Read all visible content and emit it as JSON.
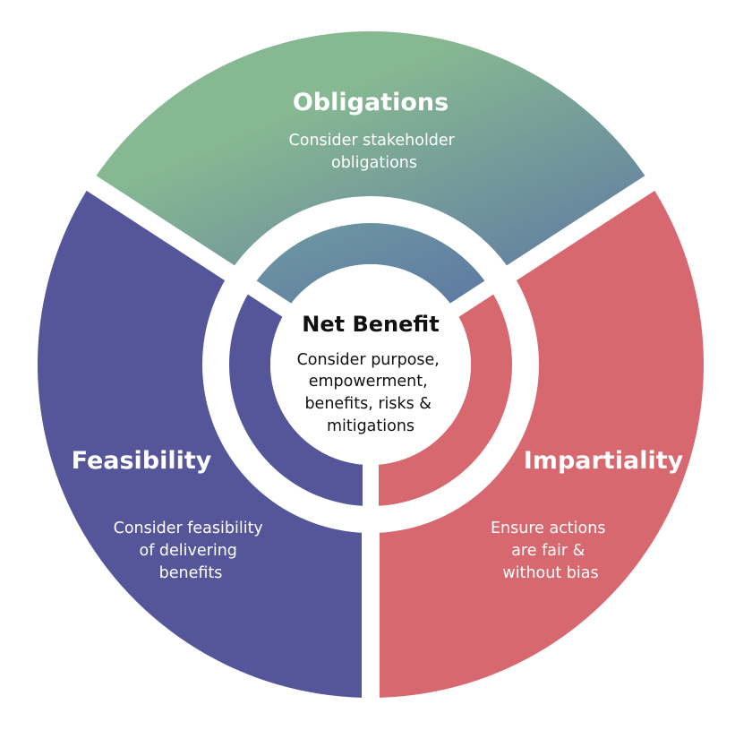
{
  "diagram": {
    "segments": [
      {
        "key": "obligations",
        "title": "Obligations",
        "description": [
          "Consider stakeholder",
          "obligations"
        ],
        "color_start": "#86b892",
        "color_end": "#5f79a3"
      },
      {
        "key": "impartiality",
        "title": "Impartiality",
        "description": [
          "Ensure actions",
          "are fair &",
          "without bias"
        ],
        "color": "#d8686f"
      },
      {
        "key": "feasibility",
        "title": "Feasibility",
        "description": [
          "Consider feasibility",
          "of delivering",
          "benefits"
        ],
        "color": "#545699"
      }
    ],
    "center": {
      "title": "Net Benefit",
      "description": [
        "Consider purpose,",
        "empowerment,",
        "benefits, risks &",
        "mitigations"
      ],
      "color": "#ffffff"
    }
  }
}
